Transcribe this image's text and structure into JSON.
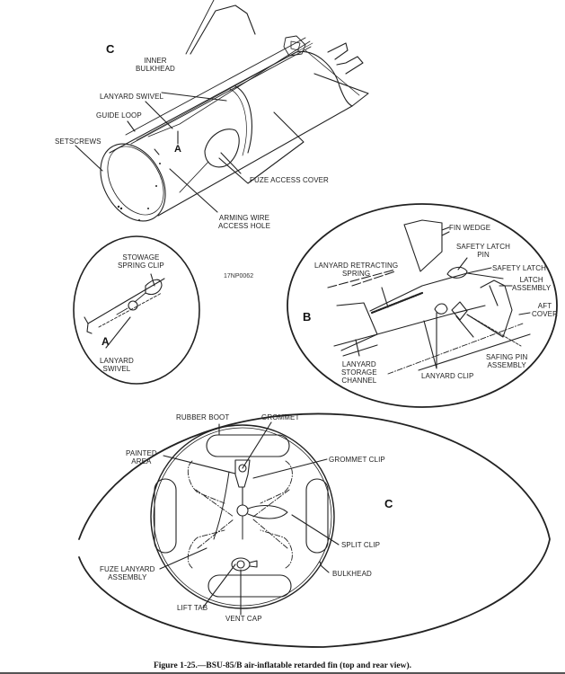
{
  "figure": {
    "caption": "Figure 1-25.—BSU-85/B air-inflatable retarded fin (top and rear view).",
    "drawing_code": "17NP0062"
  },
  "top_view": {
    "view_letter": "C",
    "detail_marker": "A",
    "labels": {
      "inner_bulkhead": [
        "INNER",
        "BULKHEAD"
      ],
      "lanyard_swivel": "LANYARD SWIVEL",
      "guide_loop": "GUIDE LOOP",
      "setscrews": "SETSCREWS",
      "fuze_access_cover": "FUZE ACCESS COVER",
      "arming_wire_access_hole": [
        "ARMING WIRE",
        "ACCESS HOLE"
      ]
    }
  },
  "detail_a": {
    "view_letter": "A",
    "labels": {
      "stowage_spring_clip": [
        "STOWAGE",
        "SPRING CLIP"
      ],
      "lanyard_swivel": [
        "LANYARD",
        "SWIVEL"
      ]
    }
  },
  "detail_b": {
    "view_letter": "B",
    "labels": {
      "fin_wedge": "FIN WEDGE",
      "safety_latch_pin": [
        "SAFETY LATCH",
        "PIN"
      ],
      "safety_latch": "SAFETY LATCH",
      "latch_assembly": [
        "LATCH",
        "ASSEMBLY"
      ],
      "aft_cover": [
        "AFT",
        "COVER"
      ],
      "lanyard_retracting_spring": [
        "LANYARD RETRACTING",
        "SPRING"
      ],
      "safing_pin_assembly": [
        "SAFING PIN",
        "ASSEMBLY"
      ],
      "lanyard_clip": "LANYARD CLIP",
      "lanyard_storage_channel": [
        "LANYARD",
        "STORAGE",
        "CHANNEL"
      ]
    }
  },
  "rear_view": {
    "view_letter": "C",
    "labels": {
      "rubber_boot": "RUBBER BOOT",
      "grommet": "GROMMET",
      "painted_area": [
        "PAINTED",
        "AREA"
      ],
      "grommet_clip": "GROMMET CLIP",
      "split_clip": "SPLIT CLIP",
      "bulkhead": "BULKHEAD",
      "fuze_lanyard_assembly": [
        "FUZE LANYARD",
        "ASSEMBLY"
      ],
      "lift_tab": "LIFT TAB",
      "vent_cap": "VENT CAP"
    }
  }
}
